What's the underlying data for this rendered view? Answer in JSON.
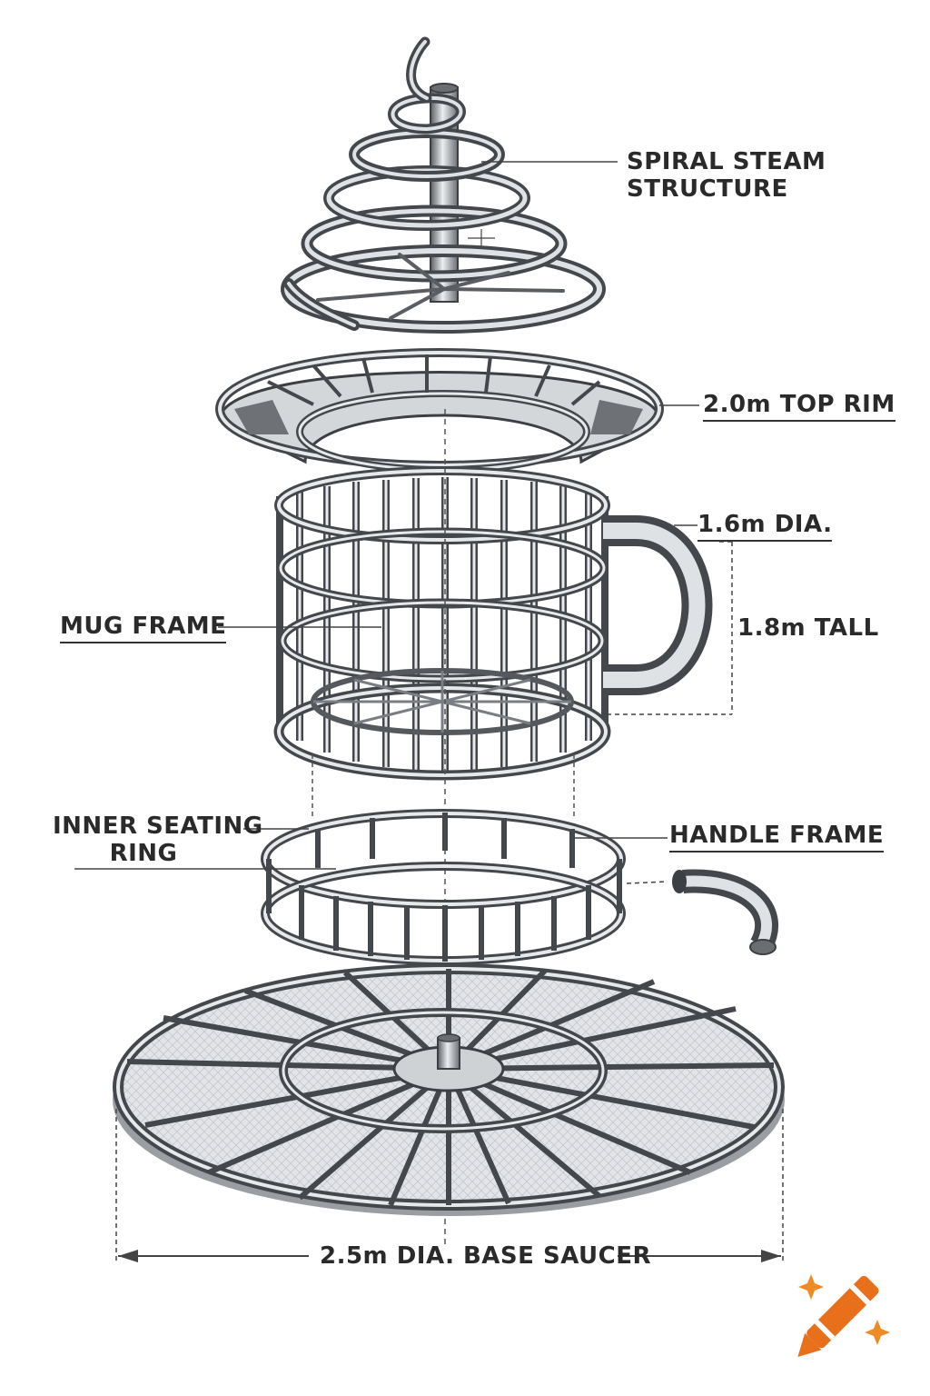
{
  "labels": {
    "spiral": [
      "SPIRAL STEAM",
      "STRUCTURE"
    ],
    "top_rim": "2.0m TOP RIM",
    "mug_dia": "1.6m DIA.",
    "mug_tall": "1.8m TALL",
    "mug_frame": "MUG FRAME",
    "inner_ring": [
      "INNER SEATING",
      "RING"
    ],
    "handle_frame": "HANDLE FRAME",
    "base_saucer": "2.5m DIA. BASE SAUCER"
  },
  "colors": {
    "steel": "#a9adb2",
    "steel_dark": "#4a4d52",
    "steel_light": "#e4e6e8",
    "ink": "#2a2a2a",
    "mesh": "#c9ccd0",
    "logo_orange": "#e8701a",
    "logo_sparkle": "#f08a24"
  },
  "icons": {
    "logo": "crayon-icon"
  }
}
